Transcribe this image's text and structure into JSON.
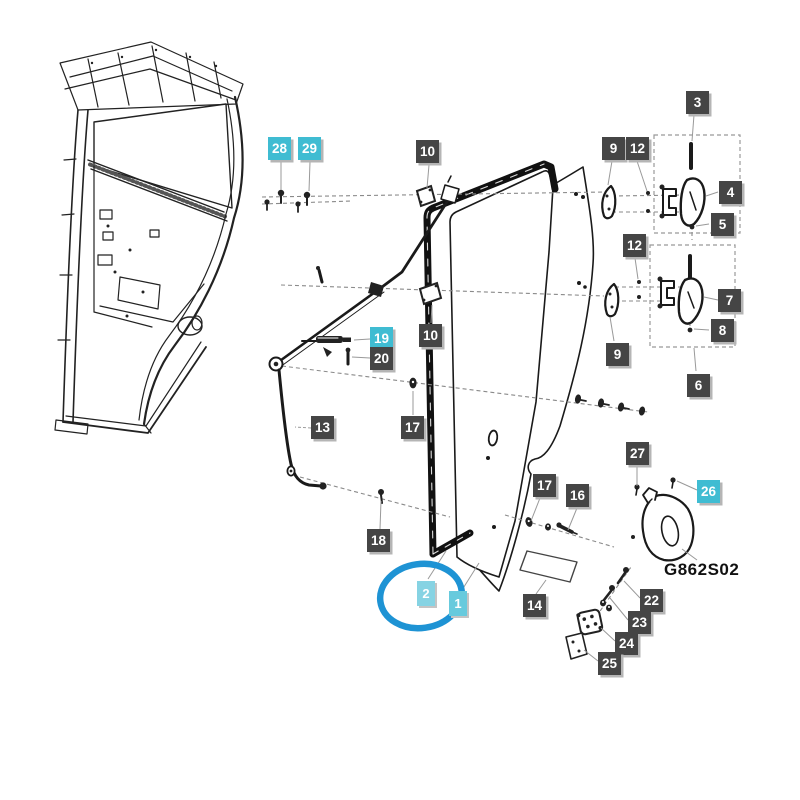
{
  "figure_code": "G862S02",
  "circled_label": "2",
  "colors": {
    "label_dark_bg": "#454545",
    "label_cyan_bg": "#3fbcd2",
    "label_cyan_light_bg": "#86d3e3",
    "label_cyan_mid_bg": "#67cadd",
    "label_text": "#ffffff",
    "highlight_ellipse": "#1e93d4",
    "line_art": "#1a1a1a",
    "dashed_line": "#8a8a8a"
  },
  "labels": [
    {
      "text": "28",
      "style": "cyan"
    },
    {
      "text": "29",
      "style": "cyan"
    },
    {
      "text": "10",
      "style": "dark"
    },
    {
      "text": "3",
      "style": "dark"
    },
    {
      "text": "9",
      "style": "dark"
    },
    {
      "text": "12",
      "style": "dark"
    },
    {
      "text": "4",
      "style": "dark"
    },
    {
      "text": "5",
      "style": "dark"
    },
    {
      "text": "12",
      "style": "dark"
    },
    {
      "text": "7",
      "style": "dark"
    },
    {
      "text": "8",
      "style": "dark"
    },
    {
      "text": "9",
      "style": "dark"
    },
    {
      "text": "6",
      "style": "dark"
    },
    {
      "text": "10",
      "style": "dark"
    },
    {
      "text": "19",
      "style": "cyan"
    },
    {
      "text": "20",
      "style": "dark"
    },
    {
      "text": "13",
      "style": "dark"
    },
    {
      "text": "17",
      "style": "dark"
    },
    {
      "text": "18",
      "style": "dark"
    },
    {
      "text": "2",
      "style": "cyan-light"
    },
    {
      "text": "1",
      "style": "cyan-mid"
    },
    {
      "text": "17",
      "style": "dark"
    },
    {
      "text": "16",
      "style": "dark"
    },
    {
      "text": "14",
      "style": "dark"
    },
    {
      "text": "27",
      "style": "dark"
    },
    {
      "text": "26",
      "style": "cyan"
    },
    {
      "text": "22",
      "style": "dark"
    },
    {
      "text": "23",
      "style": "dark"
    },
    {
      "text": "24",
      "style": "dark"
    },
    {
      "text": "25",
      "style": "dark"
    }
  ]
}
